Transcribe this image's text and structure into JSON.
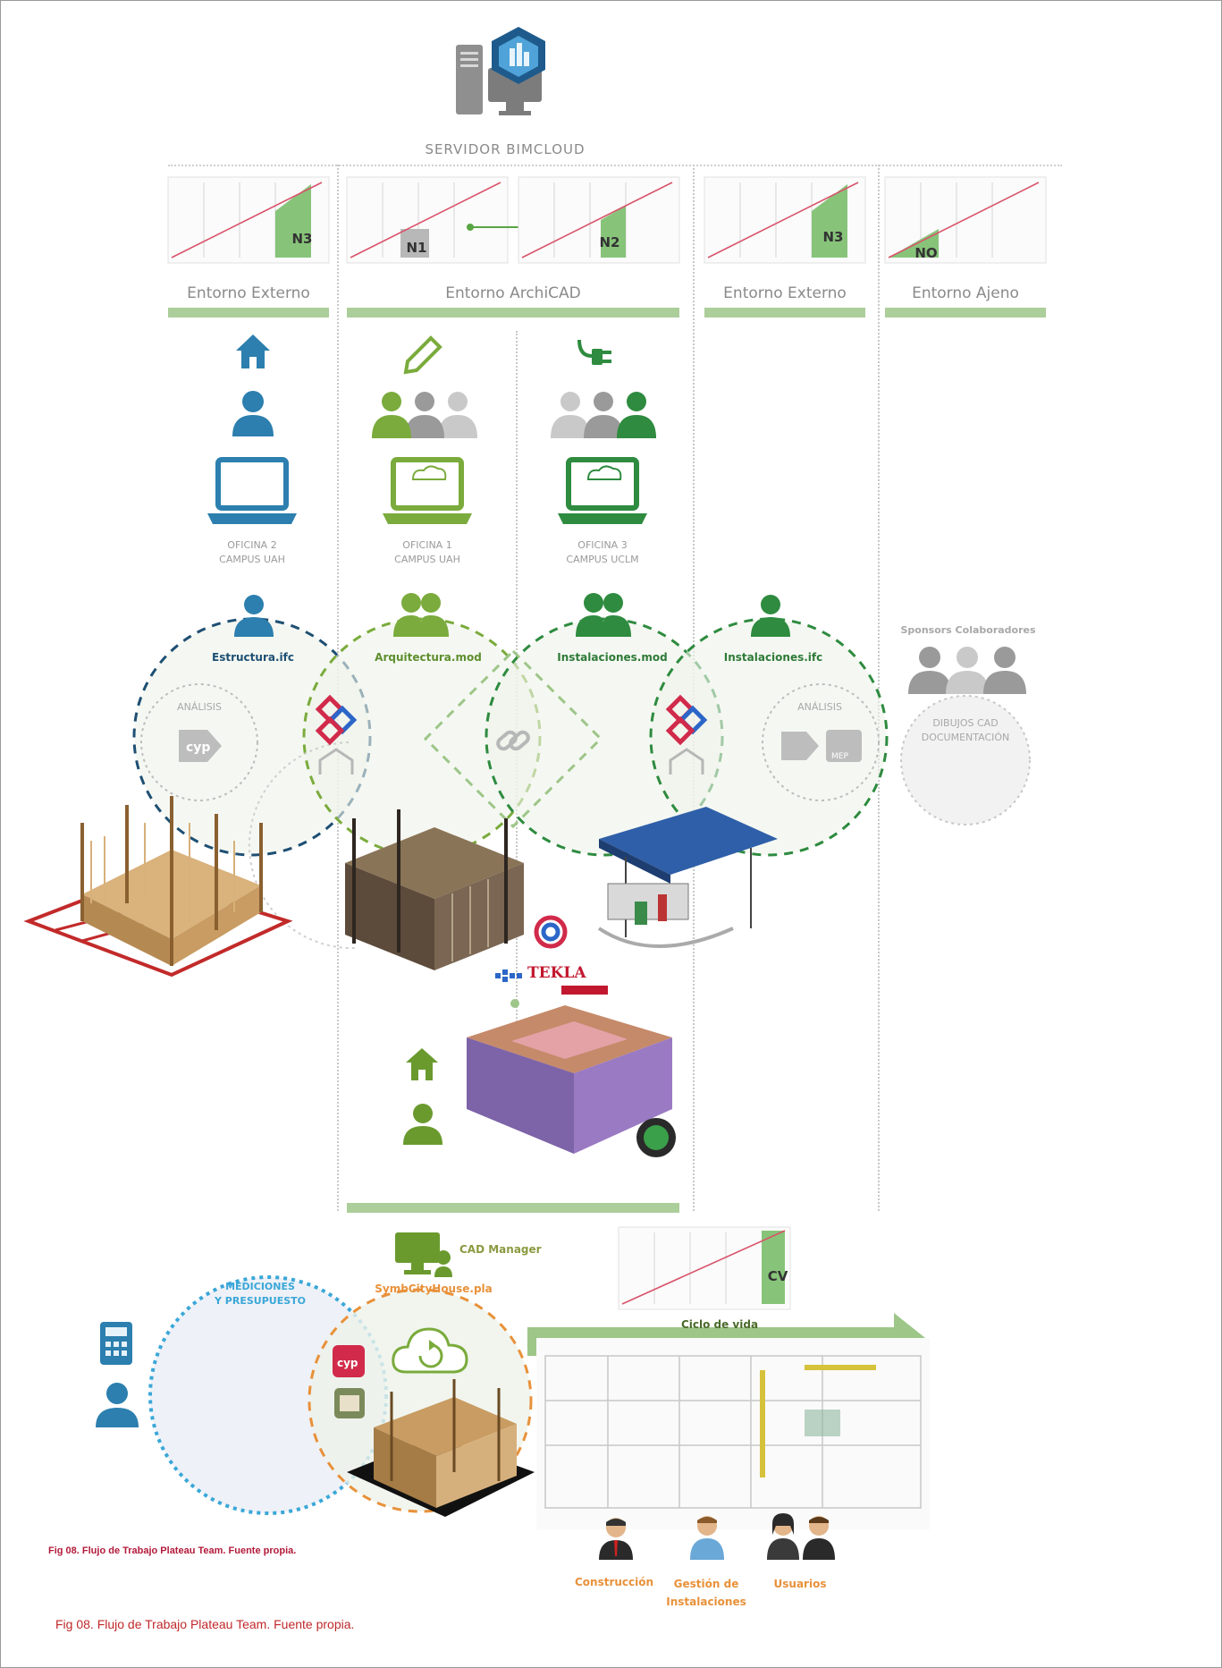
{
  "server": {
    "label": "SERVIDOR BIMCLOUD"
  },
  "levels": {
    "n3_left": "N3",
    "n1": "N1",
    "n2": "N2",
    "n3_right": "N3",
    "n0": "NO",
    "cv": "CV"
  },
  "environments": {
    "external_left": "Entorno Externo",
    "archicad": "Entorno ArchiCAD",
    "external_right": "Entorno Externo",
    "foreign": "Entorno Ajeno"
  },
  "offices": {
    "office2": {
      "name": "OFICINA 2",
      "campus": "CAMPUS UAH"
    },
    "office1": {
      "name": "OFICINA 1",
      "campus": "CAMPUS UAH"
    },
    "office3": {
      "name": "OFICINA 3",
      "campus": "CAMPUS UCLM"
    }
  },
  "files": {
    "structure": "Estructura.ifc",
    "architecture": "Arquitectura.mod",
    "installations_mod": "Instalaciones.mod",
    "installations_ifc": "Instalaciones.ifc"
  },
  "sponsors": {
    "title": "Sponsors Colaboradores",
    "line1": "DIBUJOS CAD",
    "line2": "DOCUMENTACIÓN"
  },
  "analysis": {
    "left": "ANÁLISIS",
    "right": "ANÁLISIS"
  },
  "tekla": {
    "brand": "TEKLA"
  },
  "bottom": {
    "cad_manager": "CAD Manager",
    "measurements_line1": "MEDICIONES",
    "measurements_line2": "Y PRESUPUESTO",
    "project_file": "SymbCityHouse.pla",
    "lifecycle": "Ciclo de vida"
  },
  "stakeholders": {
    "construction": "Construcción",
    "facility_line1": "Gestión de",
    "facility_line2": "Instalaciones",
    "users": "Usuarios"
  },
  "captions": {
    "inner": "Fig 08. Flujo de Trabajo Plateau Team. Fuente propia.",
    "outer": "Fig 08. Flujo de Trabajo Plateau Team. Fuente propia."
  },
  "colors": {
    "blue": "#2c7fae",
    "light_green": "#7aab3c",
    "dark_green": "#2e8b3f",
    "gray": "#9a9a9a",
    "red_brand": "#d12a4a",
    "orange": "#e8913a",
    "cyan_text": "#3aa7d8"
  }
}
